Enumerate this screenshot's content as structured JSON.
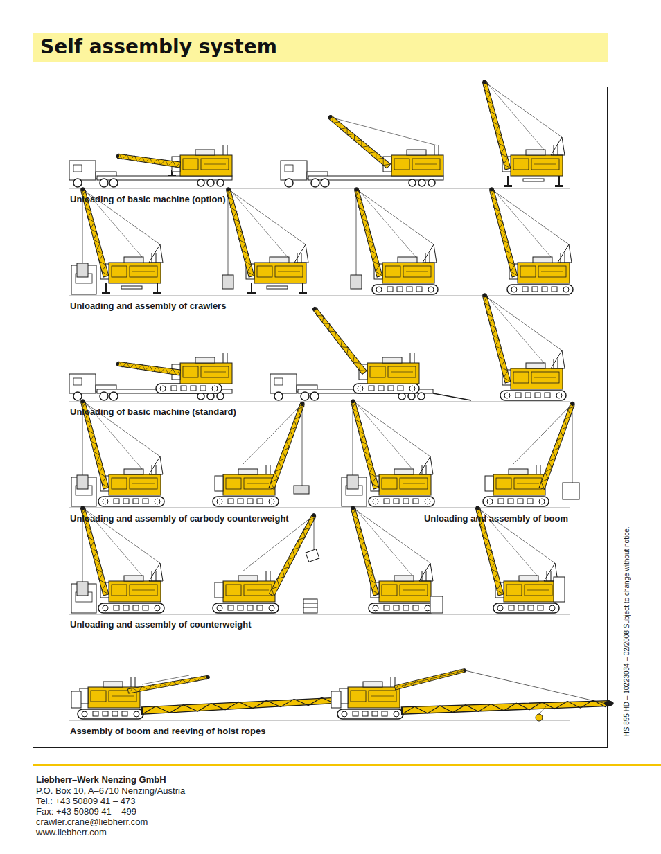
{
  "diagram": {
    "title": "Self assembly system",
    "labels": [
      "Unloading of basic machine (option)",
      "Unloading and assembly of crawlers",
      "Unloading of basic machine (standard)",
      "Unloading and assembly of carbody counterweight",
      "Unloading and assembly of boom",
      "Unloading and assembly of counterweight",
      "Assembly of boom and reeving of hoist ropes",
      "HS 855 HD – 10223034 – 02/2008 Subject to change without notice.",
      "Liebherr–Werk Nenzing GmbH",
      "P.O. Box 10, A–6710 Nenzing/Austria",
      "Tel.: +43 50809 41 – 473",
      "Fax: +43 50809 41 – 499",
      "crawler.crane@liebherr.com",
      "www.liebherr.com"
    ]
  }
}
